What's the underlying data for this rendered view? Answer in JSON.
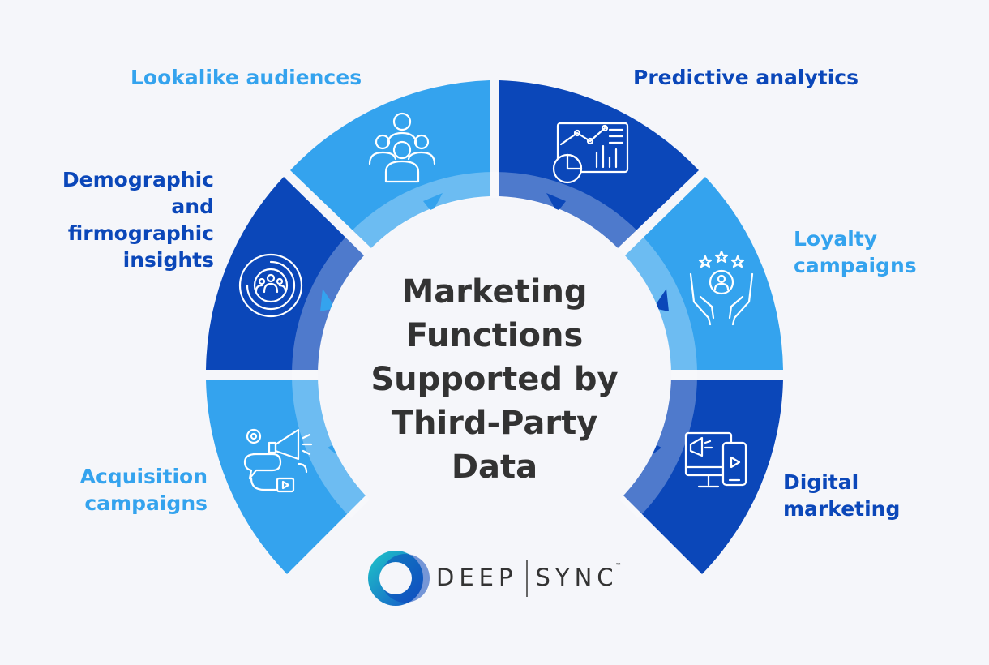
{
  "title_lines": [
    "Marketing",
    "Functions",
    "Supported by",
    "Third-Party",
    "Data"
  ],
  "segments": [
    {
      "lines": [
        "Lookalike audiences"
      ],
      "icon": "audience-group-icon",
      "tone": "light"
    },
    {
      "lines": [
        "Predictive analytics"
      ],
      "icon": "analytics-dashboard-icon",
      "tone": "dark"
    },
    {
      "lines": [
        "Demographic",
        "and",
        "firmographic",
        "insights"
      ],
      "icon": "target-people-icon",
      "tone": "dark"
    },
    {
      "lines": [
        "Loyalty",
        "campaigns"
      ],
      "icon": "hands-stars-icon",
      "tone": "light"
    },
    {
      "lines": [
        "Acquisition",
        "campaigns"
      ],
      "icon": "megaphone-chat-icon",
      "tone": "light"
    },
    {
      "lines": [
        "Digital",
        "marketing"
      ],
      "icon": "devices-megaphone-icon",
      "tone": "dark"
    }
  ],
  "brand": {
    "name": "DEEP SYNC",
    "left": "DEEP",
    "right": "SYNC",
    "tm": "™",
    "icon": "deep-sync-logo-icon"
  },
  "colors": {
    "light": "#34a3ee",
    "dark": "#0b47b9",
    "text": "#333333",
    "background": "#f5f6fa"
  }
}
